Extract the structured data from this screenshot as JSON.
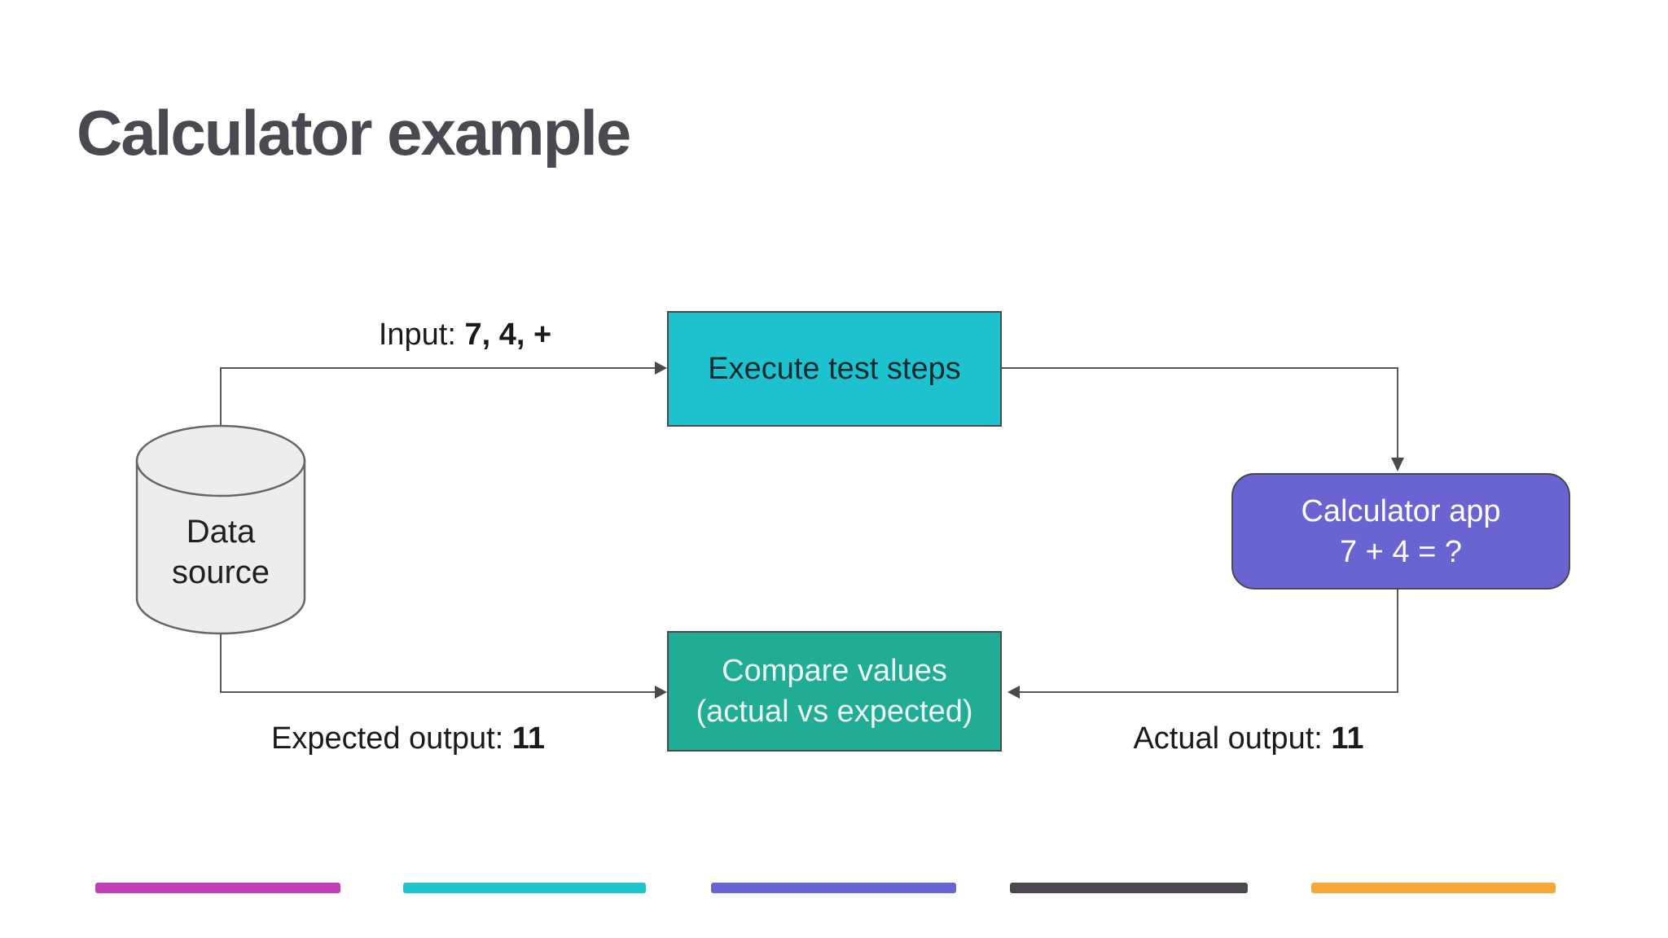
{
  "title": "Calculator example",
  "diagram": {
    "data_source": {
      "line1": "Data",
      "line2": "source"
    },
    "execute_box": {
      "label": "Execute test steps"
    },
    "calculator_box": {
      "line1": "Calculator app",
      "line2": "7 + 4 = ?"
    },
    "compare_box": {
      "line1": "Compare values",
      "line2": "(actual vs expected)"
    },
    "labels": {
      "input": {
        "prefix": "Input: ",
        "value": "7, 4, +"
      },
      "expected": {
        "prefix": "Expected output: ",
        "value": "11"
      },
      "actual": {
        "prefix": "Actual output: ",
        "value": "11"
      }
    }
  },
  "colors": {
    "title_text": "#4A4952",
    "execute_box": "#1EC1CE",
    "compare_box": "#21AC95",
    "calculator_box": "#6A63D2",
    "connector_line": "#575757",
    "cylinder_fill": "#EEEDEE",
    "cylinder_stroke": "#666666",
    "accent_bars": [
      "#C13EB4",
      "#1EC4CE",
      "#6A63D2",
      "#4D4850",
      "#F8A838"
    ]
  }
}
